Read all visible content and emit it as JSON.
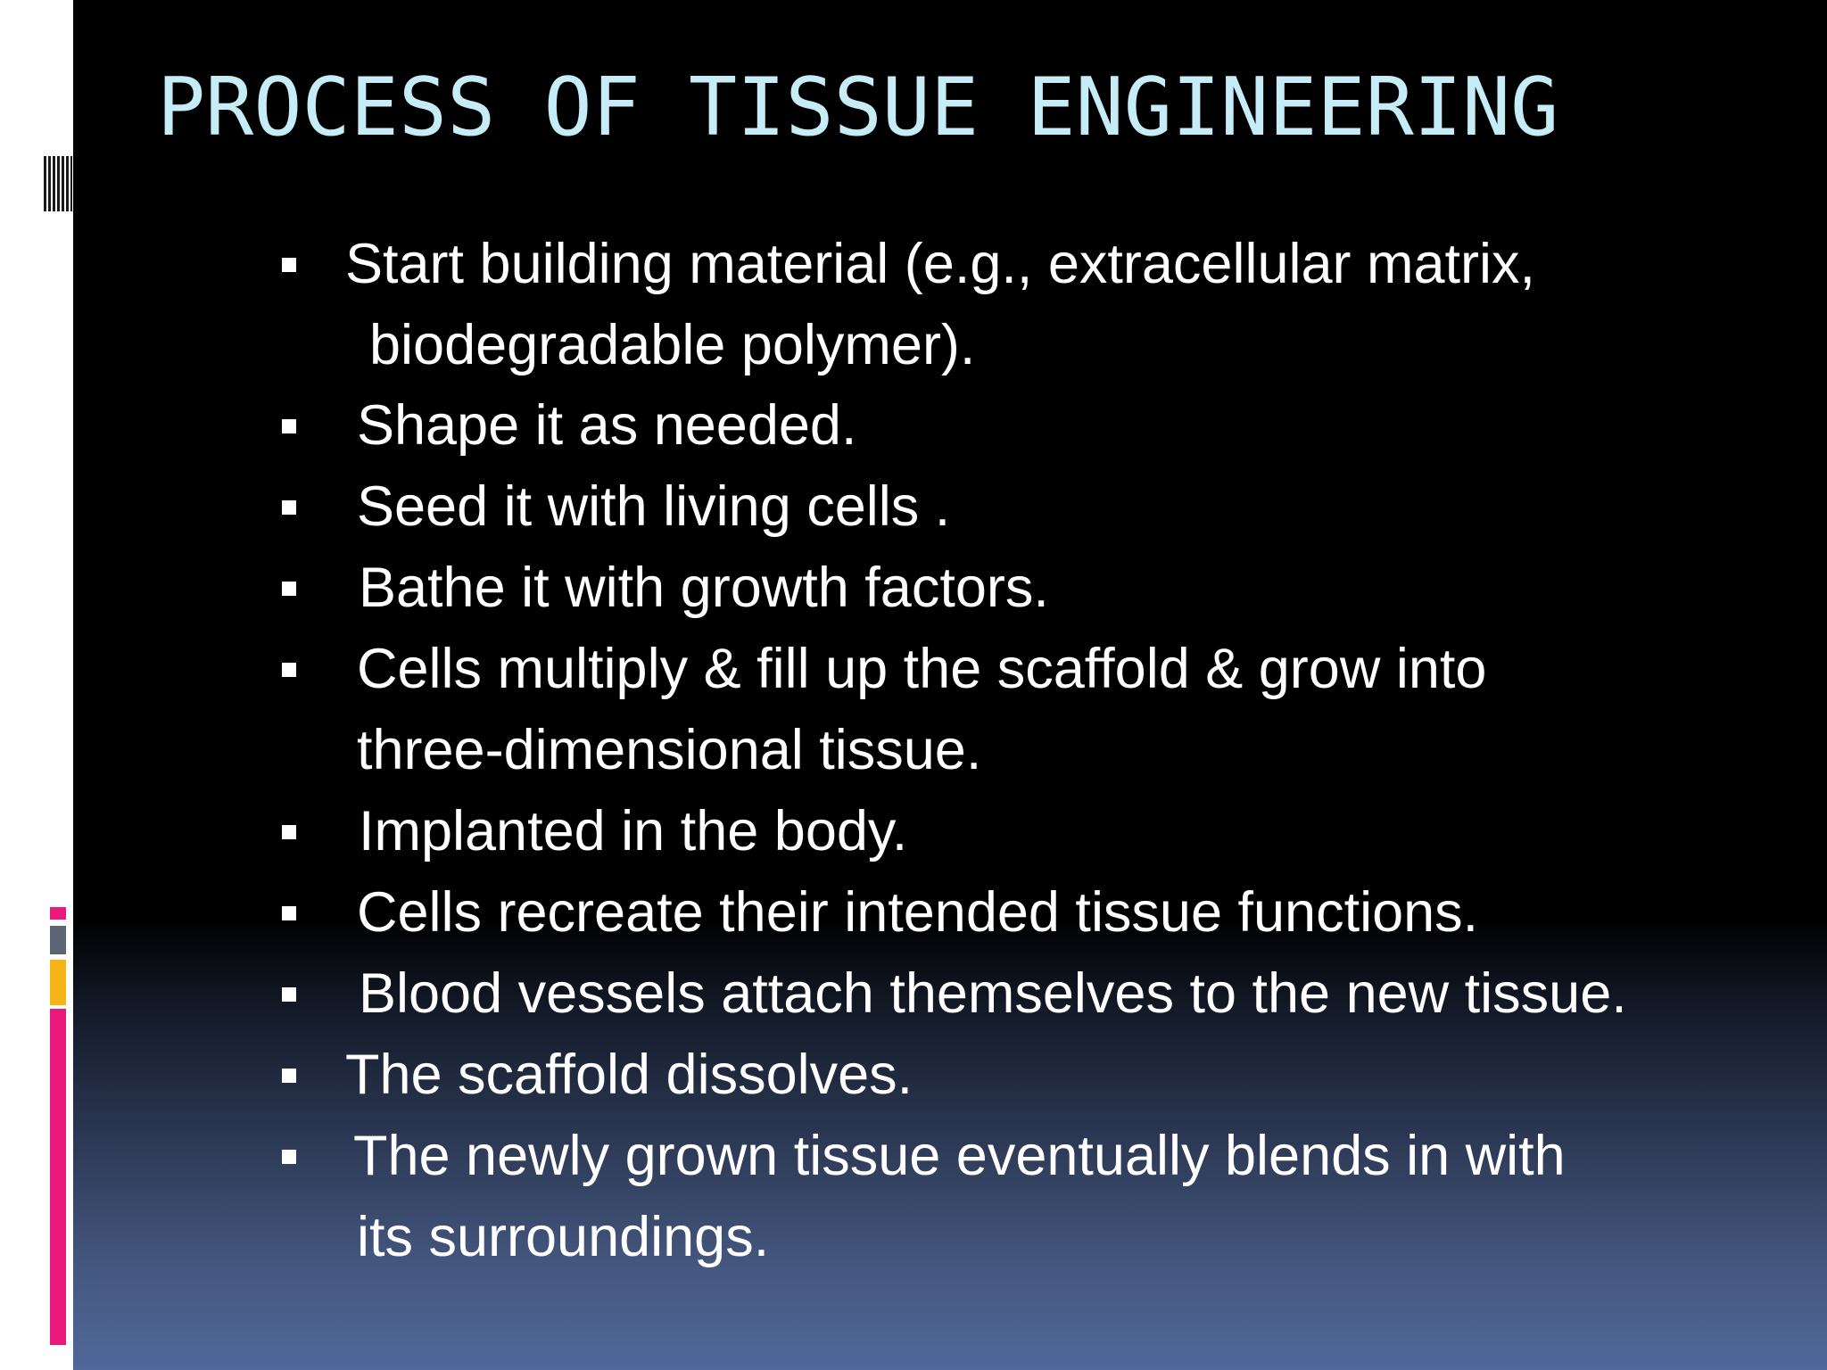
{
  "slide": {
    "title": "PROCESS OF TISSUE ENGINEERING",
    "bullets": [
      {
        "lines": [
          "Start building material (e.g., extracellular matrix,",
          "biodegradable polymer)."
        ]
      },
      {
        "lines": [
          "Shape it as needed."
        ]
      },
      {
        "lines": [
          "Seed it with living cells ."
        ]
      },
      {
        "lines": [
          "Bathe it with growth factors."
        ]
      },
      {
        "lines": [
          "Cells multiply & fill up the scaffold & grow into",
          "three-dimensional tissue."
        ]
      },
      {
        "lines": [
          "Implanted in the body."
        ]
      },
      {
        "lines": [
          "Cells recreate their intended tissue functions."
        ]
      },
      {
        "lines": [
          "Blood vessels attach themselves to the new tissue."
        ]
      },
      {
        "lines": [
          "The scaffold dissolves."
        ]
      },
      {
        "lines": [
          "The newly grown tissue eventually blends in with",
          "its surroundings."
        ]
      }
    ]
  },
  "colors": {
    "title_text": "#c5ecf7",
    "body_text": "#ffffff",
    "background_top": "#000000",
    "background_bottom": "#50689a",
    "accent_pink": "#e8197b",
    "accent_orange": "#f5b317",
    "accent_gray": "#5b6573"
  }
}
